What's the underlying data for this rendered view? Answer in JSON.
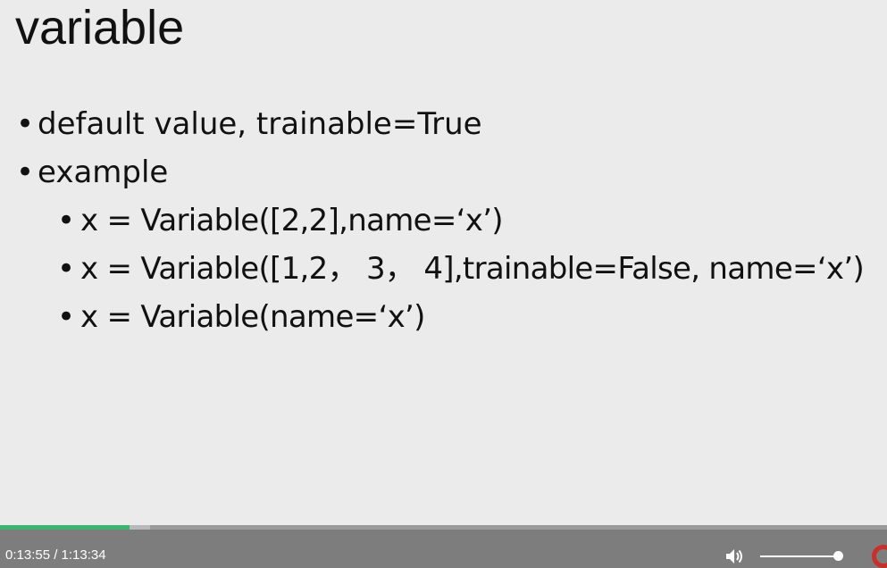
{
  "slide": {
    "title": "variable",
    "bullets": [
      {
        "level": 1,
        "text": "default value, trainable=True"
      },
      {
        "level": 1,
        "text": "example"
      },
      {
        "level": 2,
        "text": "x = Variable([2,2],name=‘x’)"
      },
      {
        "level": 2,
        "text": "x = Variable([1,2， 3， 4],trainable=False, name=‘x’)"
      },
      {
        "level": 2,
        "text": "x = Variable(name=‘x’)"
      }
    ],
    "bullet_glyph": "•"
  },
  "player": {
    "time_display": "0:13:55 / 1:13:34",
    "progress_fraction": 0.197,
    "buffered_fraction": 0.17,
    "volume_fraction": 1.0,
    "colors": {
      "progress": "#3cb371",
      "control_bar": "#7d7d7d",
      "badge": "#c9302c"
    },
    "icons": {
      "volume": "volume-icon",
      "corner_logo": "logo-badge-icon"
    }
  }
}
